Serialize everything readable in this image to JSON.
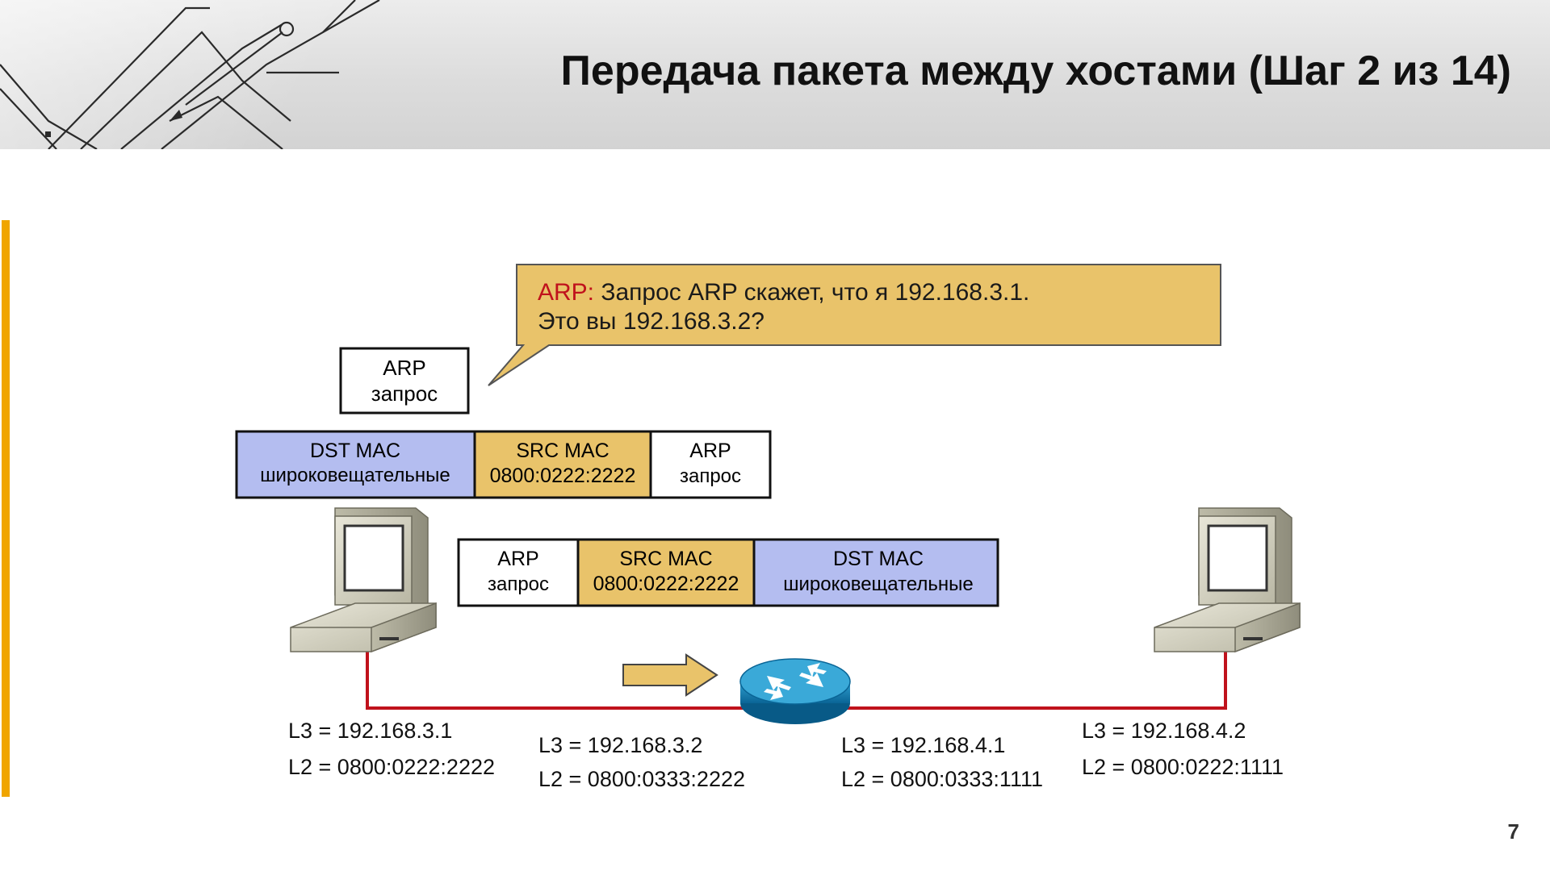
{
  "title": "Передача пакета между хостами (Шаг 2 из 14)",
  "page_number": "7",
  "colors": {
    "callout_fill": "#e9c36a",
    "callout_label": "#c0121c",
    "dst_mac_fill": "#b4bdf0",
    "src_mac_fill": "#e9c36a",
    "link_line": "#c0121c",
    "accent": "#f0a500"
  },
  "callout": {
    "label": "ARP:",
    "line1": " Запрос ARP скажет, что я 192.168.3.1.",
    "line2": "Это вы 192.168.3.2?"
  },
  "arp_request_box": {
    "line1": "ARP",
    "line2": "запрос"
  },
  "frame_top": {
    "dst": {
      "line1": "DST MAC",
      "line2": "широковещательные"
    },
    "src": {
      "line1": "SRC MAC",
      "line2": "0800:0222:2222"
    },
    "payload": {
      "line1": "ARP",
      "line2": "запрос"
    }
  },
  "frame_bottom": {
    "payload": {
      "line1": "ARP",
      "line2": "запрос"
    },
    "src": {
      "line1": "SRC MAC",
      "line2": "0800:0222:2222"
    },
    "dst": {
      "line1": "DST MAC",
      "line2": "широковещательные"
    }
  },
  "icons": {
    "left_host": "computer-icon",
    "right_host": "computer-icon",
    "router": "router-icon",
    "direction": "right-arrow-icon"
  },
  "addresses": {
    "host_a": {
      "l3": "L3 = 192.168.3.1",
      "l2": "L2 = 0800:0222:2222"
    },
    "router_left": {
      "l3": "L3 = 192.168.3.2",
      "l2": "L2 = 0800:0333:2222"
    },
    "router_right": {
      "l3": "L3 = 192.168.4.1",
      "l2": "L2 = 0800:0333:1111"
    },
    "host_b": {
      "l3": "L3 = 192.168.4.2",
      "l2": "L2 = 0800:0222:1111"
    }
  }
}
